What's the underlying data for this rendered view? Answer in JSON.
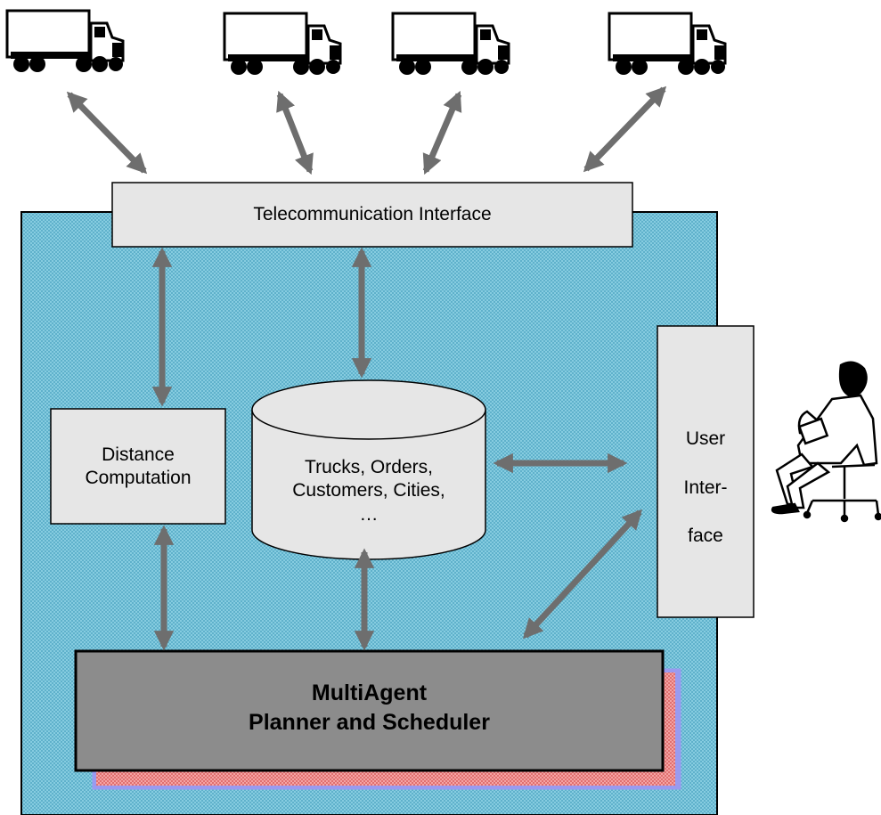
{
  "diagram": {
    "telecom_interface": "Telecommunication Interface",
    "distance_computation": [
      "Distance",
      "Computation"
    ],
    "database": [
      "Trucks, Orders,",
      "Customers, Cities,",
      "…"
    ],
    "user_interface": [
      "User",
      "Inter-",
      "face"
    ],
    "planner": [
      "MultiAgent",
      "Planner and Scheduler"
    ]
  },
  "colors": {
    "system_panel": "#7fc7dd",
    "box_fill": "#e6e6e6",
    "planner_fill": "#8c8c8c",
    "shadow_pink": "#f08a8a",
    "shadow_blue": "#8c8cf0",
    "arrow": "#6e6e6e"
  },
  "icons": [
    "truck-icon",
    "truck-icon",
    "truck-icon",
    "truck-icon",
    "seated-person-icon"
  ]
}
